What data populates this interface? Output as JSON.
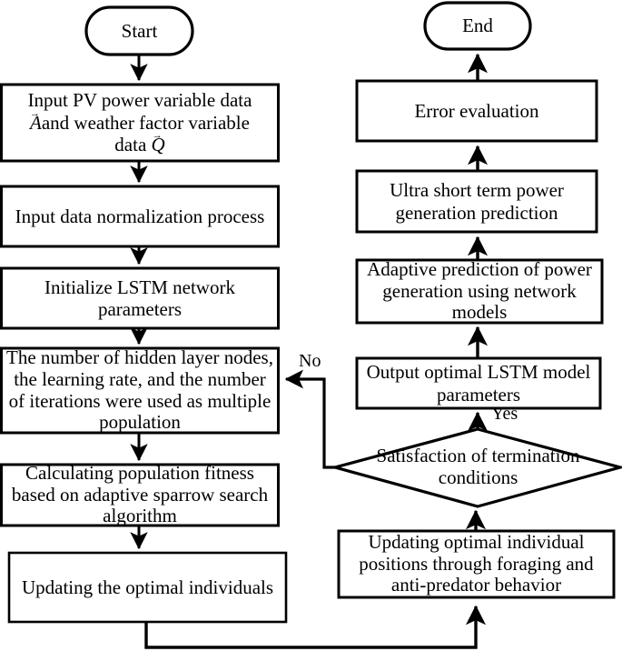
{
  "diagram": {
    "title": "Ultra short term PV power generation prediction flowchart",
    "background": "#ffffff",
    "stroke_color": "#000000",
    "text_color": "#000000"
  },
  "nodes": {
    "start": {
      "label": "Start",
      "shape": "terminal"
    },
    "end": {
      "label": "End",
      "shape": "terminal"
    },
    "input_data": {
      "label_line1": "Input PV power variable data",
      "label_line2_pre": "",
      "vector_a": "A",
      "label_line2_post": "and weather factor variable",
      "label_line3_pre": "data ",
      "vector_q": "Q",
      "shape": "process"
    },
    "normalization": {
      "label": "Input data normalization process",
      "shape": "process"
    },
    "init_lstm": {
      "label": "Initialize LSTM network parameters",
      "shape": "process"
    },
    "population": {
      "label": "The number of hidden layer nodes, the learning rate, and the number of iterations were used as multiple population",
      "shape": "process"
    },
    "fitness": {
      "label": "Calculating population fitness based on adaptive sparrow search algorithm",
      "shape": "process"
    },
    "update_individuals": {
      "label": "Updating the optimal individuals",
      "shape": "process"
    },
    "update_positions": {
      "label": "Updating optimal individual positions through foraging and anti-predator behavior",
      "shape": "process"
    },
    "termination": {
      "label": "Satisfaction of termination conditions",
      "shape": "decision"
    },
    "output_lstm": {
      "label": "Output optimal LSTM model parameters",
      "shape": "process"
    },
    "adaptive_prediction": {
      "label": "Adaptive prediction of power generation using network models",
      "shape": "process"
    },
    "ultra_short": {
      "label": "Ultra short term power generation prediction",
      "shape": "process"
    },
    "error_eval": {
      "label": "Error evaluation",
      "shape": "process"
    }
  },
  "edge_labels": {
    "no": "No",
    "yes": "Yes"
  }
}
